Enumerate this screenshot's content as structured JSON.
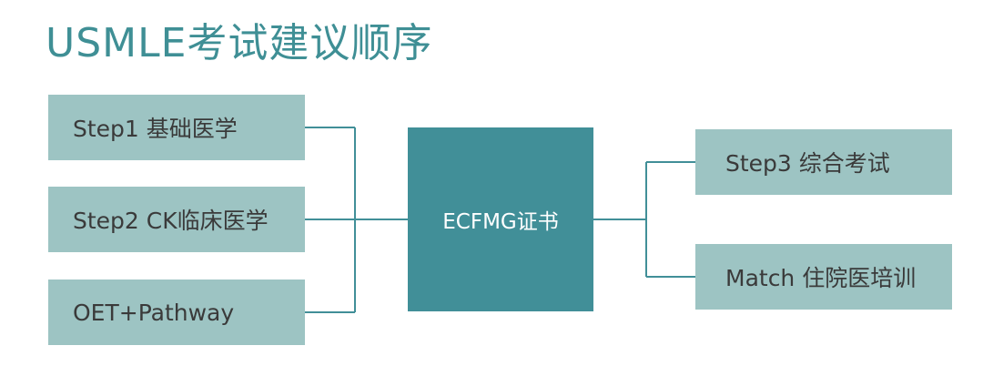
{
  "title": "USMLE考试建议顺序",
  "inputs": [
    {
      "label": "Step1  基础医学"
    },
    {
      "label": "Step2  CK临床医学"
    },
    {
      "label": "OET+Pathway"
    }
  ],
  "center": {
    "label": "ECFMG证书"
  },
  "outputs": [
    {
      "label": "Step3  综合考试"
    },
    {
      "label": "Match  住院医培训"
    }
  ],
  "colors": {
    "title": "#3f8f95",
    "box_light": "#9dc4c3",
    "box_dark": "#418f98",
    "line": "#418f98"
  }
}
